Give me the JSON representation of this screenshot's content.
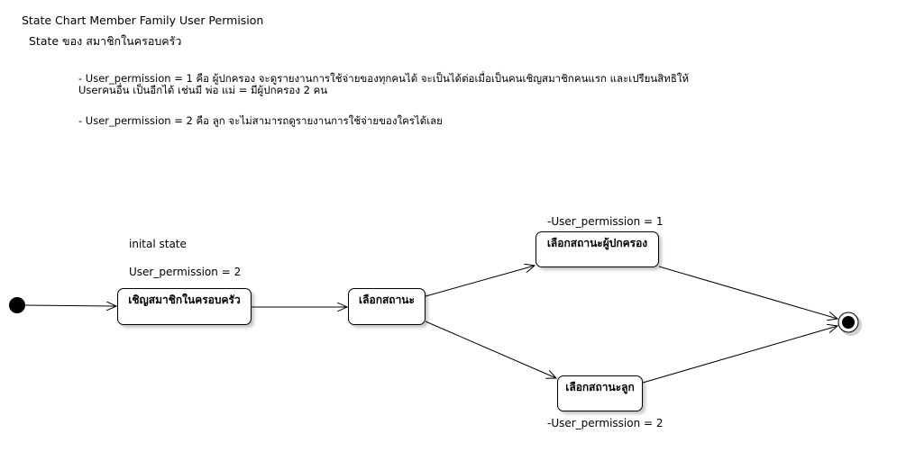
{
  "diagram": {
    "title": "State Chart Member Family User Permision",
    "subtitle": "State ของ สมาชิกในครอบครัว",
    "notes": [
      "- User_permission = 1 คือ ผู้ปกครอง จะดูรายงานการใช้จ่ายของทุกคนได้ จะเป็นได้ต่อเมื่อเป็นคนเชิญสมาชิกคนแรก และเปรียนสิทธิให้",
      "Userคนอื่น เป็นอีกได้ เช่นมี พ่อ แม่ = มีผู้ปกครอง 2 คน",
      "- User_permission = 2 คือ ลูก จะไม่สามารถดูรายงานการใช้จ่ายของใครได้เลย"
    ],
    "labels": {
      "initial_state": "inital state",
      "initial_permission": "User_permission = 2",
      "parent_permission": "-User_permission = 1",
      "child_permission": "-User_permission = 2"
    },
    "states": {
      "invite": "เชิญสมาชิกในครอบครัว",
      "choose": "เลือกสถานะ",
      "parent": "เลือกสถานะผู้ปกครอง",
      "child": "เลือกสถานะลูก"
    }
  }
}
